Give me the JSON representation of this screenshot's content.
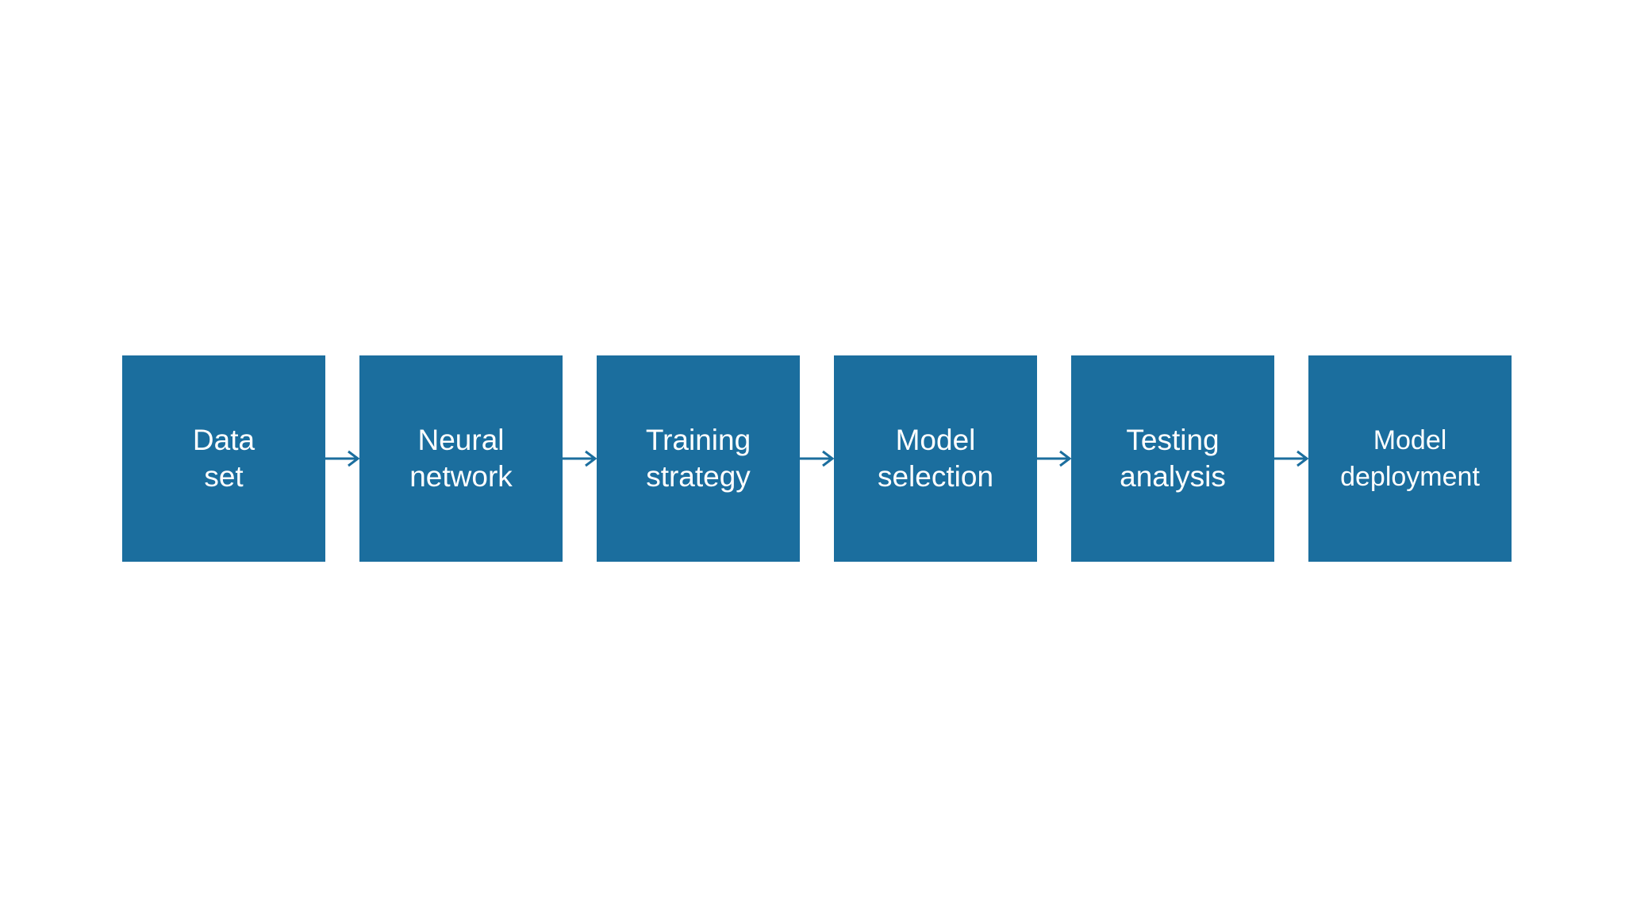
{
  "diagram": {
    "colors": {
      "box_fill": "#1b6e9e",
      "box_text": "#ffffff",
      "arrow": "#1b6e9e",
      "background": "#ffffff"
    },
    "steps": [
      {
        "line1": "Data",
        "line2": "set"
      },
      {
        "line1": "Neural",
        "line2": "network"
      },
      {
        "line1": "Training",
        "line2": "strategy"
      },
      {
        "line1": "Model",
        "line2": "selection"
      },
      {
        "line1": "Testing",
        "line2": "analysis"
      },
      {
        "line1": "Model",
        "line2": "deployment"
      }
    ],
    "arrows": [
      "arrow-right-icon",
      "arrow-right-icon",
      "arrow-right-icon",
      "arrow-right-icon",
      "arrow-right-icon"
    ]
  }
}
